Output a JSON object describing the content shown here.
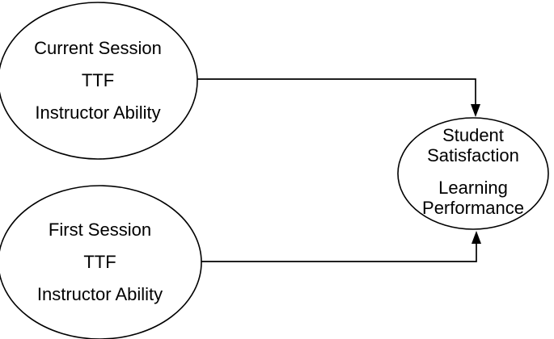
{
  "figure": {
    "background_color": "#ffffff",
    "stroke_color": "#000000",
    "text_color": "#000000"
  },
  "nodes": {
    "current_session": {
      "lines": [
        "Current Session",
        "TTF",
        "Instructor Ability"
      ]
    },
    "first_session": {
      "lines": [
        "First Session",
        "TTF",
        "Instructor Ability"
      ]
    },
    "outcome": {
      "paragraphs": [
        {
          "lines": [
            "Student",
            "Satisfaction"
          ]
        },
        {
          "lines": [
            "Learning",
            "Performance"
          ]
        }
      ]
    }
  },
  "edges": [
    {
      "from": "current_session",
      "to": "outcome",
      "arrowhead": "filled-triangle"
    },
    {
      "from": "first_session",
      "to": "outcome",
      "arrowhead": "filled-triangle"
    }
  ]
}
